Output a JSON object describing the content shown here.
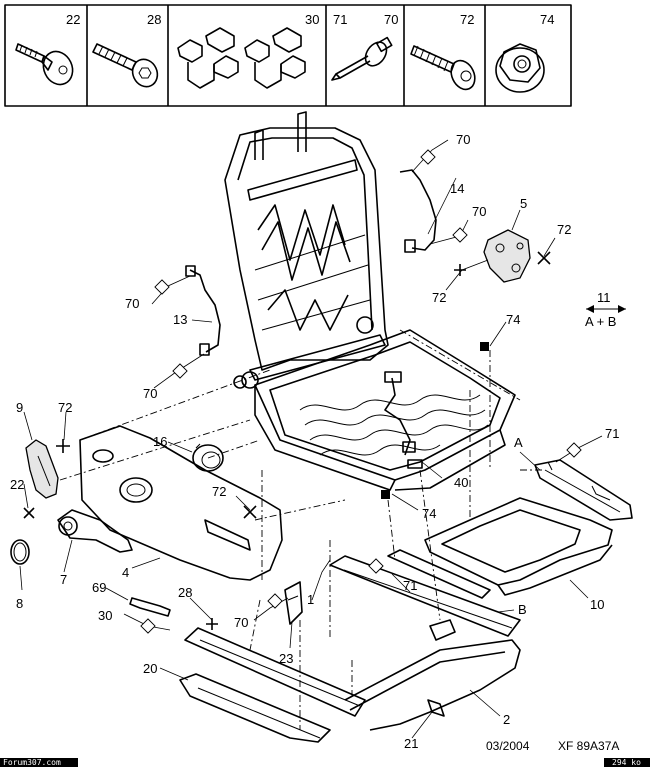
{
  "header": {
    "cells": [
      {
        "ref": "22",
        "icon": "shoulder-screw-icon"
      },
      {
        "ref": "28",
        "icon": "hex-socket-bolt-icon"
      },
      {
        "ref": "30",
        "icon": "clip-pair-icon"
      },
      {
        "ref": "71",
        "icon": "rivet-icon",
        "ref2": "70"
      },
      {
        "ref": "72",
        "icon": "self-tapping-screw-icon"
      },
      {
        "ref": "74",
        "icon": "flange-nut-icon"
      }
    ]
  },
  "labels": {
    "l70a": "70",
    "l14": "14",
    "l70b": "70",
    "l5": "5",
    "l72a": "72",
    "l72b": "72",
    "l11": "11",
    "lAB": "A + B",
    "l70c": "70",
    "l13": "13",
    "l70d": "70",
    "l74a": "74",
    "l9": "9",
    "l72c": "72",
    "l16": "16",
    "lA": "A",
    "l71a": "71",
    "l22": "22",
    "l72d": "72",
    "l40": "40",
    "l74b": "74",
    "l7": "7",
    "l4": "4",
    "l8": "8",
    "l69": "69",
    "l28": "28",
    "l30": "30",
    "l70e": "70",
    "l71b": "71",
    "lB": "B",
    "l1": "1",
    "l10": "10",
    "l23": "23",
    "l20": "20",
    "l2": "2",
    "l21": "21"
  },
  "footer": {
    "date": "03/2004",
    "ref": "XF 89A37A",
    "site": "Forum307.com",
    "size": "294 ko"
  }
}
